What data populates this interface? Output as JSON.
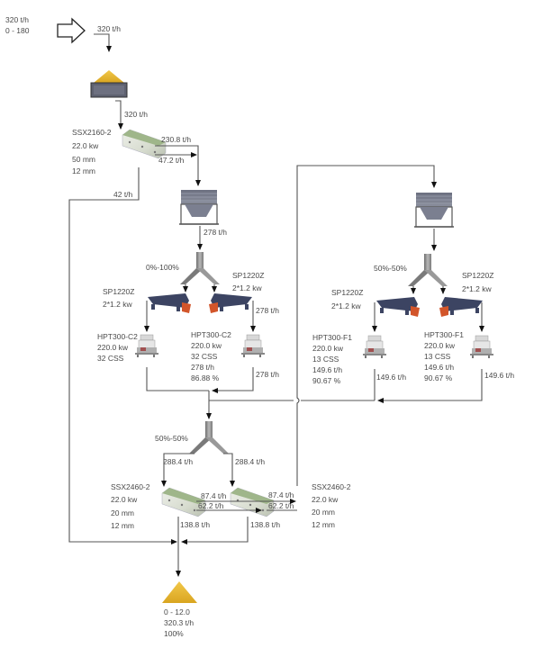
{
  "feed": {
    "rate": "320 t/h",
    "size": "0 - 180",
    "out_rate": "320 t/h"
  },
  "hopper": {
    "out_rate": "320 t/h"
  },
  "screen1": {
    "model": "SSX2160-2",
    "power": "22.0 kw",
    "deck1": "50 mm",
    "deck2": "12 mm",
    "over1": "230.8 t/h",
    "over2": "47.2 t/h",
    "under": "42 t/h"
  },
  "bin1": {
    "out_rate": "278 t/h"
  },
  "split1": {
    "ratio": "0%-100%"
  },
  "feeder1L": {
    "model": "SP1220Z",
    "power": "2*1.2 kw"
  },
  "feeder1R": {
    "model": "SP1220Z",
    "power": "2*1.2 kw",
    "rate": "278 t/h"
  },
  "crusherC_L": {
    "model": "HPT300-C2",
    "power": "220.0 kw",
    "css": "32 CSS"
  },
  "crusherC_R": {
    "model": "HPT300-C2",
    "power": "220.0 kw",
    "css": "32 CSS",
    "rate": "278 t/h",
    "load": "86.88 %",
    "out_rate": "278 t/h"
  },
  "split2": {
    "ratio": "50%-50%"
  },
  "feeder2L": {
    "model": "SP1220Z",
    "power": "2*1.2 kw"
  },
  "feeder2R": {
    "model": "SP1220Z",
    "power": "2*1.2 kw"
  },
  "crusherF_L": {
    "model": "HPT300-F1",
    "power": "220.0 kw",
    "css": "13 CSS",
    "rate": "149.6 t/h",
    "load": "90.67 %",
    "out_rate": "149.6 t/h"
  },
  "crusherF_R": {
    "model": "HPT300-F1",
    "power": "220.0 kw",
    "css": "13 CSS",
    "rate": "149.6 t/h",
    "load": "90.67 %",
    "out_rate": "149.6 t/h"
  },
  "split3": {
    "ratio": "50%-50%",
    "left_rate": "288.4 t/h",
    "right_rate": "288.4 t/h"
  },
  "screen2L": {
    "model": "SSX2460-2",
    "power": "22.0 kw",
    "deck1": "20 mm",
    "deck2": "12 mm",
    "over1": "87.4 t/h",
    "over2": "62.2 t/h",
    "under": "138.8 t/h"
  },
  "screen2R": {
    "model": "SSX2460-2",
    "power": "22.0 kw",
    "deck1": "20 mm",
    "deck2": "12 mm",
    "over1": "87.4 t/h",
    "over2": "62.2 t/h",
    "under": "138.8 t/h"
  },
  "product": {
    "size": "0 - 12.0",
    "rate": "320.3 t/h",
    "percent": "100%"
  }
}
